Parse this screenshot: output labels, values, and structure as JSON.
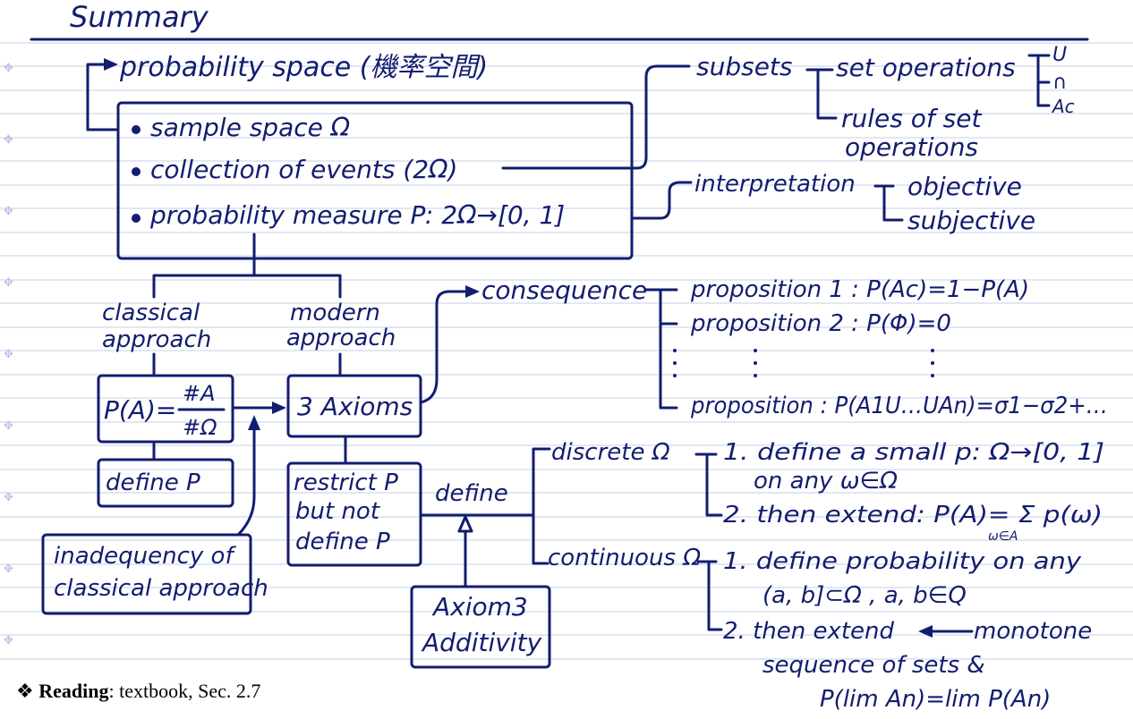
{
  "title": "Summary",
  "root": "probability space (機率空間)",
  "components": [
    "sample space Ω",
    "collection of events (2Ω)",
    "probability measure P: 2Ω→[0, 1]"
  ],
  "subsets": {
    "label": "subsets",
    "set_operations": "set operations",
    "ops": [
      "U",
      "∩",
      "Ac"
    ],
    "rules_line1": "rules of set",
    "rules_line2": "operations"
  },
  "interpretation": {
    "label": "interpretation",
    "options": [
      "objective",
      "subjective"
    ]
  },
  "classical": {
    "label_line1": "classical",
    "label_line2": "approach",
    "formula_lhs": "P(A)=",
    "formula_num": "#A",
    "formula_den": "#Ω",
    "define": "define P",
    "inadequacy_line1": "inadequency of",
    "inadequacy_line2": "classical approach"
  },
  "modern": {
    "label_line1": "modern",
    "label_line2": "approach",
    "axioms": "3 Axioms",
    "restrict_line1": "restrict P",
    "restrict_line2": "but not",
    "restrict_line3": "define P",
    "define": "define",
    "axiom3_line1": "Axiom3",
    "axiom3_line2": "Additivity"
  },
  "consequence": {
    "label": "consequence",
    "propositions": [
      "proposition 1 :  P(Ac)=1−P(A)",
      "proposition 2 :   P(Φ)=0",
      "proposition : P(A1U…UAn)=σ1−σ2+…"
    ]
  },
  "discrete": {
    "label": "discrete Ω",
    "step1_line1": "1. define a small p: Ω→[0, 1]",
    "step1_line2": "on any ω∈Ω",
    "step2": "2. then extend: P(A)= Σ p(ω)",
    "sum_sub": "ω∈A"
  },
  "continuous": {
    "label": "continuous Ω",
    "step1_line1": "1. define probability on any",
    "step1_line2": "(a, b]⊂Ω , a, b∈Q",
    "step2": "2. then extend",
    "monotone_line1": "monotone",
    "monotone_line2": "sequence of sets  &",
    "monotone_line3": "P(lim An)=lim P(An)"
  },
  "reading": {
    "bullet": "❖",
    "label": "Reading",
    "text": ": textbook, Sec. 2.7"
  },
  "colors": {
    "ink": "#121d6f",
    "ruled_line": "#c7cfe9",
    "background": "#ffffff"
  }
}
